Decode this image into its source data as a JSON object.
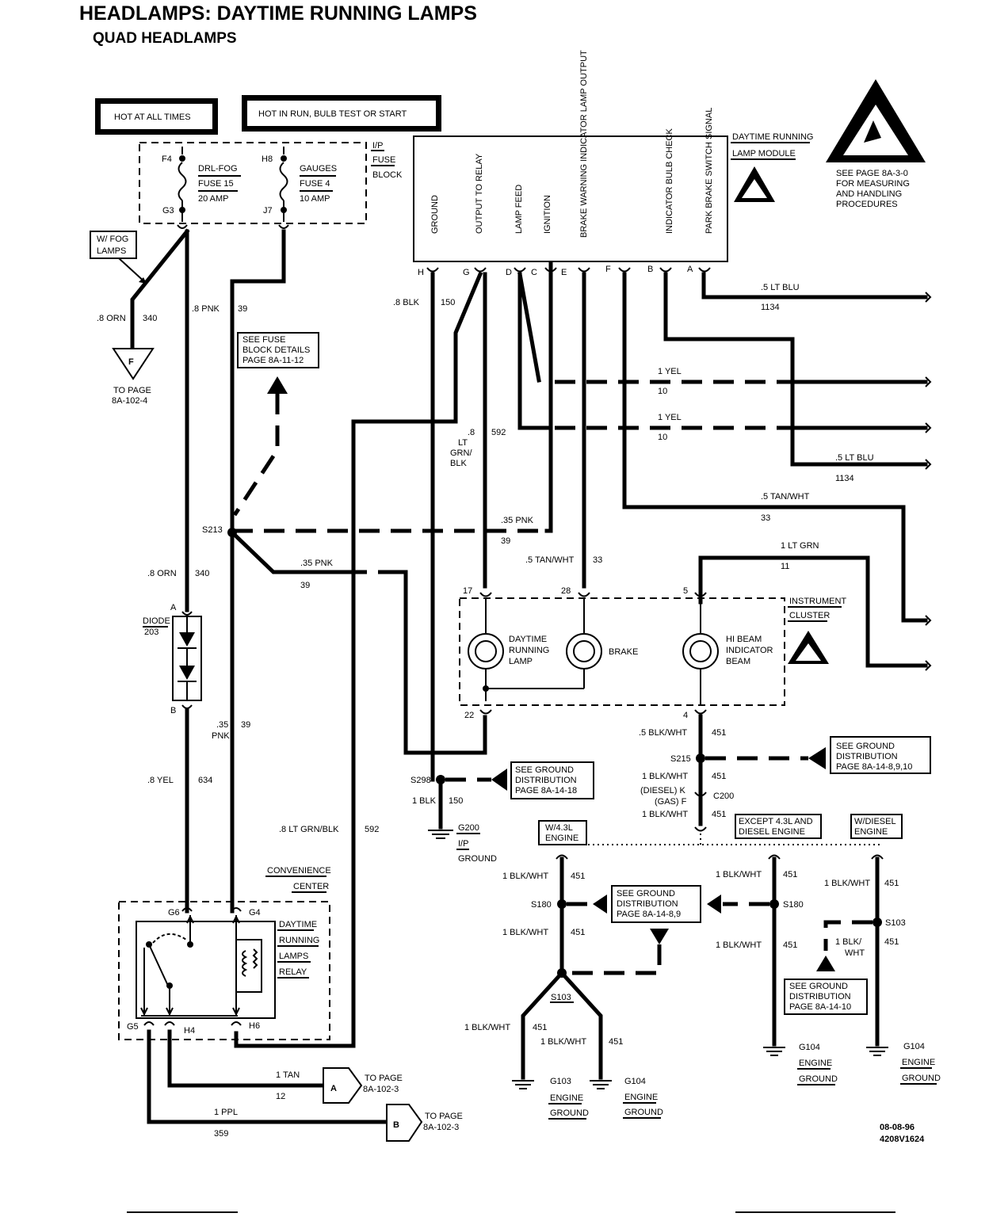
{
  "title": "HEADLAMPS: DAYTIME RUNNING LAMPS",
  "subtitle": "QUAD HEADLAMPS",
  "hot_boxes": {
    "all_times": "HOT AT ALL TIMES",
    "run_bulb": "HOT IN RUN, BULB TEST OR START"
  },
  "fuse_block": {
    "label": [
      "I/P",
      "FUSE",
      "BLOCK"
    ],
    "left_fuse": {
      "top_pin": "F4",
      "bottom_pin": "G3",
      "name": "DRL-FOG",
      "fuse": "FUSE 15",
      "amp": "20 AMP"
    },
    "right_fuse": {
      "top_pin": "H8",
      "bottom_pin": "J7",
      "name": "GAUGES",
      "fuse": "FUSE 4",
      "amp": "10 AMP"
    }
  },
  "fog_lamps": [
    "W/ FOG",
    "LAMPS"
  ],
  "see_fuse": [
    "SEE FUSE",
    "BLOCK DETAILS",
    "PAGE 8A-11-12"
  ],
  "connector_f": {
    "letter": "F",
    "page": [
      "TO PAGE",
      "8A-102-4"
    ]
  },
  "drl_module": {
    "label": [
      "DAYTIME RUNNING",
      "LAMP MODULE"
    ],
    "functions": [
      "GROUND",
      "OUTPUT TO RELAY",
      "LAMP FEED",
      "IGNITION",
      "BRAKE WARNING INDICATOR LAMP OUTPUT",
      "INDICATOR BULB CHECK",
      "PARK BRAKE SWITCH SIGNAL"
    ],
    "pins": [
      "H",
      "G",
      "D",
      "C",
      "E",
      "F",
      "B",
      "A"
    ]
  },
  "esd_note": [
    "SEE PAGE 8A-3-0",
    "FOR MEASURING",
    "AND HANDLING",
    "PROCEDURES"
  ],
  "wires": {
    "orn_340": [
      ".8 ORN",
      "340"
    ],
    "pnk_39": [
      ".8 PNK",
      "39"
    ],
    "blk_150": [
      ".8 BLK",
      "150"
    ],
    "ltgrn_592": [
      ".8",
      "LT",
      "GRN/",
      "BLK",
      "592"
    ],
    "ltblu_1134_a": [
      ".5 LT BLU",
      "1134"
    ],
    "yel_10_a": [
      "1 YEL",
      "10"
    ],
    "yel_10_b": [
      "1 YEL",
      "10"
    ],
    "ltblu_1134_b": [
      ".5 LT BLU",
      "1134"
    ],
    "tanwht_33_a": [
      ".5 TAN/WHT",
      "33"
    ],
    "pnk35_39_a": [
      ".35 PNK",
      "39"
    ],
    "pnk35_39_b": [
      ".35 PNK",
      "39"
    ],
    "ltgrn_11": [
      "1 LT GRN",
      "11"
    ],
    "tanwht_33_b": [
      ".5 TAN/WHT",
      "33"
    ],
    "orn_340_b": [
      ".8 ORN",
      "340"
    ],
    "yel_634": [
      ".8 YEL",
      "634"
    ],
    "pnk35_39_c": [
      ".35",
      "PNK",
      "39"
    ],
    "ltgrnblk_592": [
      ".8 LT GRN/BLK",
      "592"
    ],
    "blkwht_451_a": [
      ".5 BLK/WHT",
      "451"
    ],
    "blkwht_451_b": [
      "1 BLK/WHT",
      "451"
    ],
    "blkwht_451_c": [
      "1 BLK/WHT",
      "451"
    ],
    "blk_150_b": [
      "1 BLK",
      "150"
    ],
    "tan_12": [
      "1 TAN",
      "12"
    ],
    "ppl_359": [
      "1 PPL",
      "359"
    ]
  },
  "splices": {
    "s213": "S213",
    "s298": "S298",
    "s215": "S215",
    "s180_l": "S180",
    "s180_r": "S180",
    "s103_l": "S103",
    "s103_r": "S103"
  },
  "diode": {
    "label": [
      "DIODE",
      "203"
    ],
    "pin_a": "A",
    "pin_b": "B"
  },
  "cluster": {
    "label": [
      "INSTRUMENT",
      "CLUSTER"
    ],
    "lamps": [
      {
        "name": [
          "DAYTIME",
          "RUNNING",
          "LAMP"
        ],
        "top_pin": "17",
        "bottom_pin": "22"
      },
      {
        "name": [
          "BRAKE"
        ],
        "top_pin": "28"
      },
      {
        "name": [
          "HI BEAM",
          "INDICATOR",
          "BEAM"
        ],
        "top_pin": "5",
        "bottom_pin": "4"
      }
    ]
  },
  "ground_dist": {
    "g1": [
      "SEE GROUND",
      "DISTRIBUTION",
      "PAGE 8A-14-18"
    ],
    "g2": [
      "SEE GROUND",
      "DISTRIBUTION",
      "PAGE 8A-14-8,9,10"
    ],
    "g3": [
      "SEE GROUND",
      "DISTRIBUTION",
      "PAGE 8A-14-8,9"
    ],
    "g4": [
      "SEE GROUND",
      "DISTRIBUTION",
      "PAGE 8A-14-10"
    ]
  },
  "grounds": {
    "g200": [
      "G200",
      "I/P",
      "GROUND"
    ],
    "g103": [
      "G103",
      "ENGINE",
      "GROUND"
    ],
    "g104_a": [
      "G104",
      "ENGINE",
      "GROUND"
    ],
    "g104_b": [
      "G104",
      "ENGINE",
      "GROUND"
    ],
    "g104_c": [
      "G104",
      "ENGINE",
      "GROUND"
    ]
  },
  "c200": {
    "name": "C200",
    "diesel": "(DIESEL) K",
    "gas": "(GAS) F"
  },
  "engines": {
    "e43": [
      "W/4.3L",
      "ENGINE"
    ],
    "except": [
      "EXCEPT 4.3L AND",
      "DIESEL ENGINE"
    ],
    "diesel": [
      "W/DIESEL",
      "ENGINE"
    ]
  },
  "engine_wires": {
    "l_top": [
      "1 BLK/WHT",
      "451"
    ],
    "l_mid": [
      "1 BLK/WHT",
      "451"
    ],
    "l_bot1": [
      "1 BLK/WHT",
      "451"
    ],
    "l_bot2": [
      "1 BLK/WHT",
      "451"
    ],
    "m_top": [
      "1 BLK/WHT",
      "451"
    ],
    "m_bot": [
      "1 BLK/WHT",
      "451"
    ],
    "r_top": [
      "1 BLK/WHT",
      "451"
    ],
    "r_mid": [
      "1 BLK/",
      "WHT",
      "451"
    ]
  },
  "convenience": {
    "label": [
      "CONVENIENCE",
      "CENTER"
    ],
    "relay": [
      "DAYTIME",
      "RUNNING",
      "LAMPS",
      "RELAY"
    ],
    "pins": [
      "G6",
      "G4",
      "G5",
      "H4",
      "H6"
    ]
  },
  "connector_a": {
    "letter": "A",
    "page": [
      "TO PAGE",
      "8A-102-3"
    ]
  },
  "connector_b": {
    "letter": "B",
    "page": [
      "TO PAGE",
      "8A-102-3"
    ]
  },
  "footer": [
    "08-08-96",
    "4208V1624"
  ]
}
